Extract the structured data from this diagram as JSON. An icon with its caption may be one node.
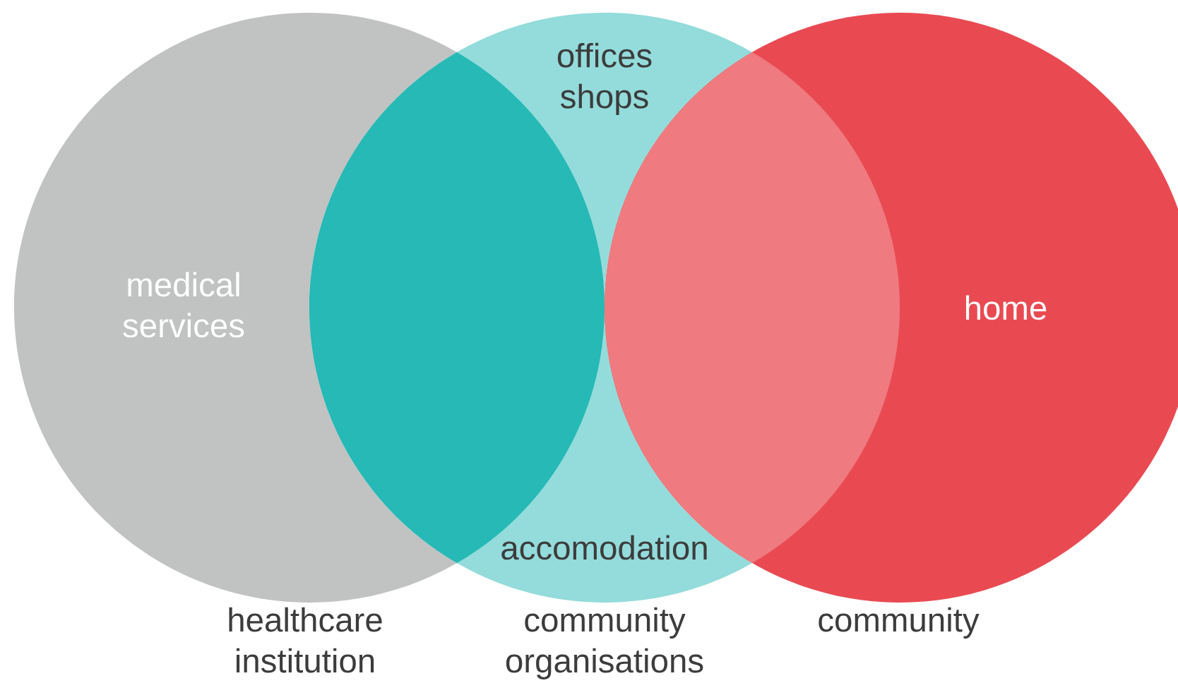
{
  "diagram": {
    "nodes": [
      {
        "text": [
          "medical services"
        ],
        "beside": [
          "healthcare institution"
        ]
      },
      {
        "text": [
          "offices shops",
          "accomodation"
        ],
        "beside": [
          "community organisations"
        ]
      },
      {
        "text": [
          "home"
        ],
        "beside": [
          "community"
        ]
      }
    ]
  }
}
